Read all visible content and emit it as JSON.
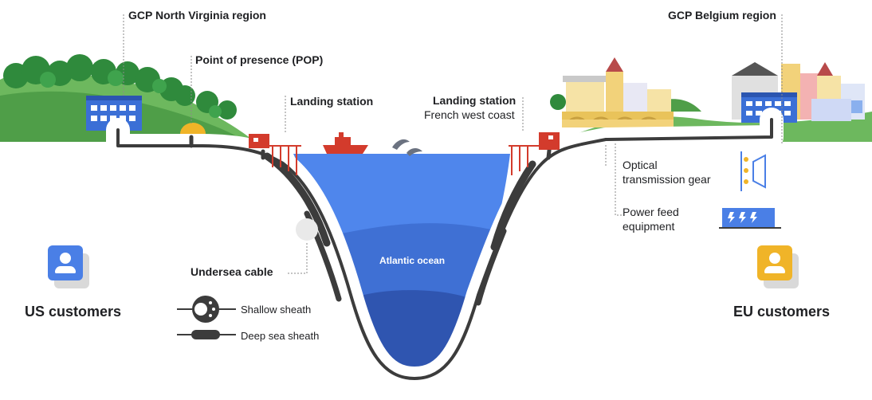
{
  "labels": {
    "gcp_nv": "GCP North Virginia region",
    "pop": "Point of presence (POP)",
    "landing_us": "Landing station",
    "landing_fr": "Landing station",
    "landing_fr_sub": "French west coast",
    "gcp_be": "GCP Belgium region",
    "optical_1": "Optical",
    "optical_2": "transmission gear",
    "power_1": "Power feed",
    "power_2": "equipment",
    "atlantic": "Atlantic ocean",
    "undersea": "Undersea cable",
    "shallow": "Shallow sheath",
    "deep": "Deep sea sheath",
    "us_customers": "US customers",
    "eu_customers": "EU customers"
  },
  "colors": {
    "ocean_top": "#4f86ec",
    "ocean_mid": "#3f70d4",
    "ocean_deep": "#2f55b0",
    "cable": "#3c3c3c",
    "us_avatar": "#4a7fe6",
    "eu_avatar": "#f0b428",
    "hills": "#6db85e",
    "trees": "#2f8a3c",
    "station_red": "#d33b2c"
  },
  "icons": [
    "building-icon",
    "tree-icon",
    "dome-icon",
    "ship-icon",
    "dolphin-icon",
    "pier-icon",
    "person-icon"
  ]
}
